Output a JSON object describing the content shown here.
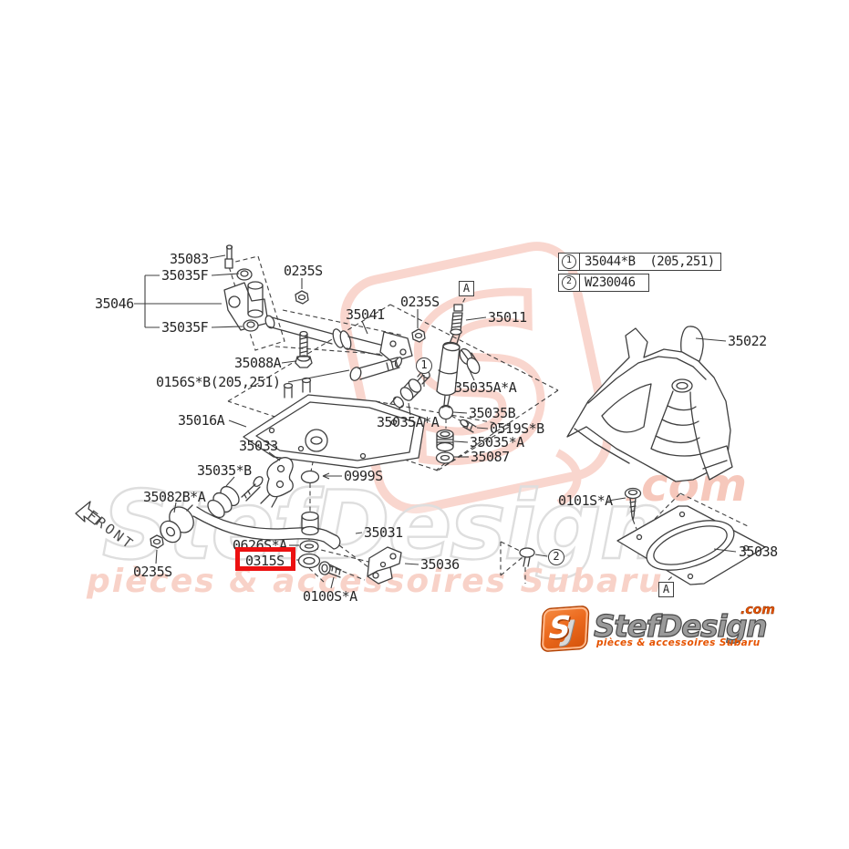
{
  "page": {
    "background": "#ffffff",
    "line_color": "#3f3f3f"
  },
  "legend": {
    "rows": [
      {
        "num": "1",
        "text": "35044*B  (205,251)"
      },
      {
        "num": "2",
        "text": "W230046"
      }
    ]
  },
  "labels": [
    {
      "part": "35083",
      "text": "35083"
    },
    {
      "part": "35035F-upper",
      "text": "35035F"
    },
    {
      "part": "35046",
      "text": "35046"
    },
    {
      "part": "35035F-lower",
      "text": "35035F"
    },
    {
      "part": "0235S-top",
      "text": "0235S"
    },
    {
      "part": "35041",
      "text": "35041"
    },
    {
      "part": "0235S-mid",
      "text": "0235S"
    },
    {
      "part": "35011",
      "text": "35011"
    },
    {
      "part": "35088A",
      "text": "35088A"
    },
    {
      "part": "0156S*B",
      "text": "0156S*B(205,251)"
    },
    {
      "part": "35016A",
      "text": "35016A"
    },
    {
      "part": "35033",
      "text": "35033"
    },
    {
      "part": "35035A*A-right",
      "text": "35035A*A"
    },
    {
      "part": "35035A*A-left",
      "text": "35035A*A"
    },
    {
      "part": "35035B",
      "text": "35035B"
    },
    {
      "part": "0519S*B",
      "text": "0519S*B"
    },
    {
      "part": "35035*A",
      "text": "35035*A"
    },
    {
      "part": "35087",
      "text": "35087"
    },
    {
      "part": "35035*B",
      "text": "35035*B"
    },
    {
      "part": "0999S",
      "text": "0999S"
    },
    {
      "part": "35082B*A",
      "text": "35082B*A"
    },
    {
      "part": "0235S-bottom",
      "text": "0235S"
    },
    {
      "part": "35031",
      "text": "35031"
    },
    {
      "part": "0626S*A",
      "text": "0626S*A"
    },
    {
      "part": "0315S",
      "text": "0315S"
    },
    {
      "part": "35036",
      "text": "35036"
    },
    {
      "part": "0100S*A",
      "text": "0100S*A"
    },
    {
      "part": "0101S*A",
      "text": "0101S*A"
    },
    {
      "part": "35038",
      "text": "35038"
    },
    {
      "part": "35022",
      "text": "35022"
    }
  ],
  "callouts": {
    "circle1": "1",
    "circle2": "2",
    "a_marker": "A",
    "front": "FRONT"
  },
  "highlight": {
    "part": "0315S",
    "color": "#ec1111"
  },
  "watermark": {
    "icon_letter": "S",
    "name": "StefDesign",
    "com": ".com",
    "tagline": "pièces & accessoires Subaru",
    "pink": "#f8cfc6",
    "gray": "#dedede"
  },
  "logo": {
    "icon_s": "S",
    "icon_j": "J",
    "name": "StefDesign",
    "com": ".com",
    "tagline": "pièces & accessoires Subaru",
    "orange": "#e65300"
  }
}
